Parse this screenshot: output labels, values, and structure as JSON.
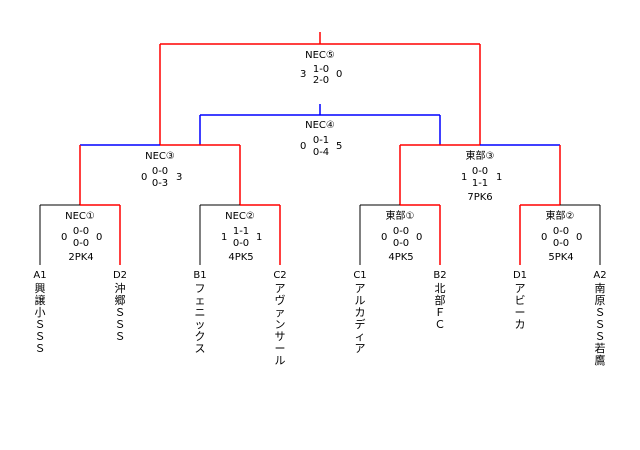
{
  "colors": {
    "win": "#ff0000",
    "line": "#000000",
    "blue": "#0000ff"
  },
  "teams": [
    {
      "code": "A1",
      "name": "興譲小ＳＳＳ"
    },
    {
      "code": "D2",
      "name": "沖郷ＳＳＳ"
    },
    {
      "code": "B1",
      "name": "フェニックス"
    },
    {
      "code": "C2",
      "name": "アヴァンサール"
    },
    {
      "code": "C1",
      "name": "アルカディア"
    },
    {
      "code": "B2",
      "name": "北部ＦＣ"
    },
    {
      "code": "D1",
      "name": "アビーカ"
    },
    {
      "code": "A2",
      "name": "南原ＳＳＳ若鷹"
    }
  ],
  "matches": {
    "nec1": {
      "label": "NEC①",
      "left": "0",
      "right": "0",
      "h1": "0-0",
      "h2": "0-0",
      "pk": "2PK4"
    },
    "nec2": {
      "label": "NEC②",
      "left": "1",
      "right": "1",
      "h1": "1-1",
      "h2": "0-0",
      "pk": "4PK5"
    },
    "tobu1": {
      "label": "東部①",
      "left": "0",
      "right": "0",
      "h1": "0-0",
      "h2": "0-0",
      "pk": "4PK5"
    },
    "tobu2": {
      "label": "東部②",
      "left": "0",
      "right": "0",
      "h1": "0-0",
      "h2": "0-0",
      "pk": "5PK4"
    },
    "nec3": {
      "label": "NEC③",
      "left": "0",
      "right": "3",
      "h1": "0-0",
      "h2": "0-3"
    },
    "tobu3": {
      "label": "東部③",
      "left": "1",
      "right": "1",
      "h1": "0-0",
      "h2": "1-1",
      "pk": "7PK6"
    },
    "nec4": {
      "label": "NEC④",
      "left": "0",
      "right": "5",
      "h1": "0-1",
      "h2": "0-4"
    },
    "nec5": {
      "label": "NEC⑤",
      "left": "3",
      "right": "0",
      "h1": "1-0",
      "h2": "2-0"
    }
  }
}
